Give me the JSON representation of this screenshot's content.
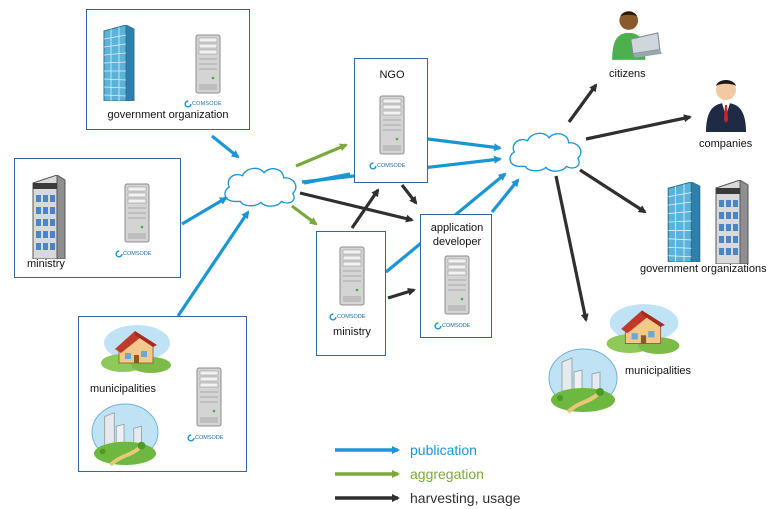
{
  "brand": "COMSODE",
  "colors": {
    "publication": "#1a96d4",
    "aggregation": "#79a93c",
    "harvesting": "#2f2f2f",
    "box_border": "#33679a"
  },
  "nodes": {
    "gov_org_left": {
      "label": "government organization",
      "icons": [
        "office-building-icon",
        "server-icon"
      ]
    },
    "ministry_left": {
      "label": "ministry",
      "icons": [
        "office-building-icon",
        "server-icon"
      ]
    },
    "municipalities_left": {
      "label": "municipalities",
      "icons": [
        "house-icon",
        "city-icon",
        "server-icon"
      ]
    },
    "ngo": {
      "label": "NGO",
      "icons": [
        "server-icon"
      ]
    },
    "ministry_center": {
      "label": "ministry",
      "icons": [
        "server-icon"
      ]
    },
    "app_developer": {
      "label_line1": "application",
      "label_line2": "developer",
      "icons": [
        "server-icon"
      ]
    },
    "citizens": {
      "label": "citizens",
      "icons": [
        "person-laptop-icon"
      ]
    },
    "companies": {
      "label": "companies",
      "icons": [
        "businessman-icon"
      ]
    },
    "gov_orgs_right": {
      "label": "government organizations",
      "icons": [
        "office-building-icon"
      ]
    },
    "municipalities_right": {
      "label": "municipalities",
      "icons": [
        "house-icon",
        "city-icon"
      ]
    }
  },
  "legend": {
    "publication": "publication",
    "aggregation": "aggregation",
    "harvesting": "harvesting, usage"
  }
}
